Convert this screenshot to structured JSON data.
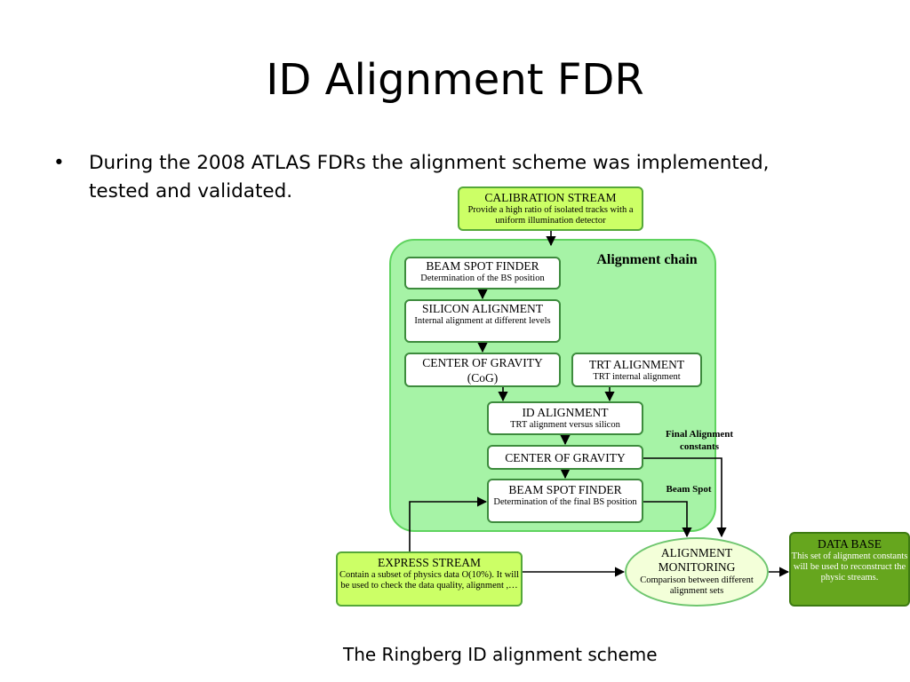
{
  "slide": {
    "title": "ID Alignment FDR",
    "bullet_marker": "•",
    "bullet_text": "During the 2008 ATLAS FDRs the alignment scheme was implemented, tested and validated.",
    "caption": "The Ringberg ID alignment scheme"
  },
  "diagram": {
    "chain_label": "Alignment chain",
    "calibration_stream": {
      "title": "CALIBRATION STREAM",
      "sub": "Provide a high ratio of isolated tracks with a uniform illumination detector"
    },
    "beam_spot_finder_1": {
      "title": "BEAM SPOT FINDER",
      "sub": "Determination of the BS position"
    },
    "silicon_alignment": {
      "title": "SILICON ALIGNMENT",
      "sub": "Internal alignment at different levels"
    },
    "center_of_gravity_1": {
      "title": "CENTER OF GRAVITY",
      "title2": "(CoG)"
    },
    "trt_alignment": {
      "title": "TRT ALIGNMENT",
      "sub": "TRT internal alignment"
    },
    "id_alignment": {
      "title": "ID ALIGNMENT",
      "sub": "TRT alignment versus silicon"
    },
    "center_of_gravity_2": {
      "title": "CENTER OF GRAVITY"
    },
    "beam_spot_finder_2": {
      "title": "BEAM SPOT FINDER",
      "sub": "Determination of the final  BS position"
    },
    "express_stream": {
      "title": "EXPRESS STREAM",
      "sub": "Contain a subset of physics data O(10%). It will be used to check the data quality, alignment ,…"
    },
    "alignment_monitoring": {
      "title": "ALIGNMENT MONITORING",
      "sub": "Comparison between different alignment sets"
    },
    "data_base": {
      "title": "DATA BASE",
      "sub": "This set of alignment constants will be used to reconstruct the physic streams."
    },
    "annot_final": "Final Alignment constants",
    "annot_beam_spot": "Beam Spot",
    "colors": {
      "chain_fill": "#a6f3a6",
      "stream_fill": "#ccff66",
      "database_fill": "#66a61e",
      "box_border": "#3d8b3d"
    }
  }
}
